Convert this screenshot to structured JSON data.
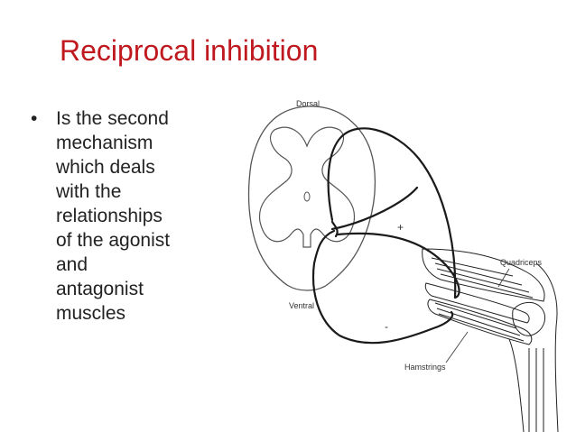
{
  "slide": {
    "title": "Reciprocal inhibition",
    "bullet": {
      "symbol": "•",
      "lines": [
        "Is the second",
        "mechanism",
        "which deals",
        "with the",
        "relationships",
        "of the agonist",
        "and",
        "antagonist",
        "muscles"
      ]
    }
  },
  "figure": {
    "labels": {
      "dorsal": "Dorsal",
      "ventral": "Ventral",
      "quadriceps": "Quadriceps",
      "hamstrings": "Hamstrings",
      "plus": "+",
      "minus": "-"
    }
  },
  "colors": {
    "title": "#c0181f",
    "text": "#222222",
    "line_art": "#1a1a1a"
  }
}
